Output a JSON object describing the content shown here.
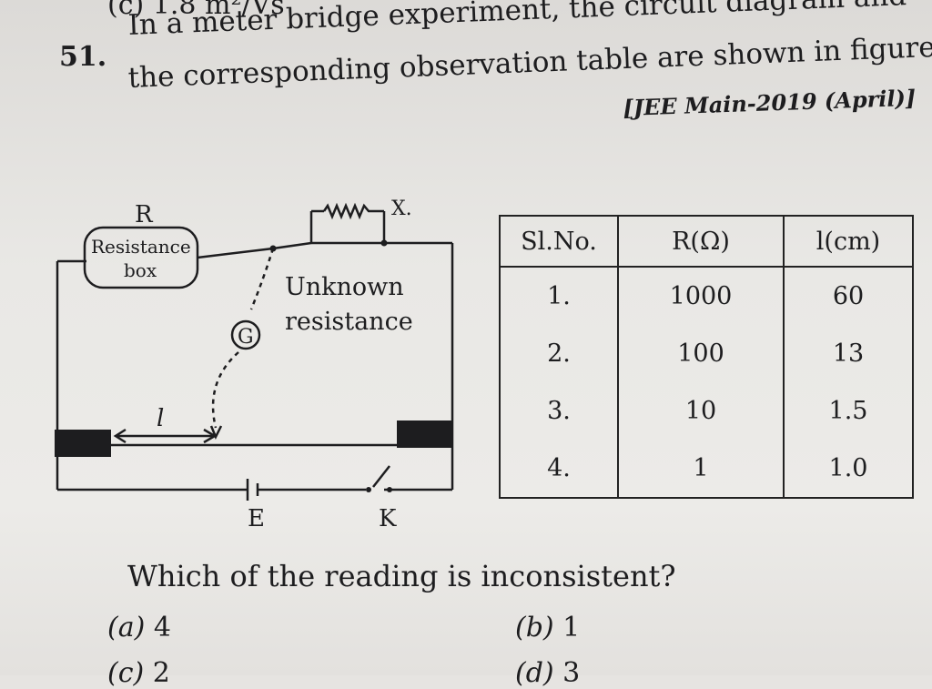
{
  "header": {
    "prev_option_fragment": "(c) 1.8 m²/Vs",
    "question_number": "51.",
    "question_line1": "In a meter bridge experiment, the circuit diagram and",
    "question_line2": "the corresponding observation table are shown in figure",
    "source": "[JEE Main-2019 (April)]"
  },
  "circuit": {
    "label_R": "R",
    "resistance_box_line1": "Resistance",
    "resistance_box_line2": "box",
    "label_X": "X.",
    "unknown_line1": "Unknown",
    "unknown_line2": "resistance",
    "galvanometer": "G",
    "length_label": "l",
    "battery_label": "E",
    "key_label": "K"
  },
  "table": {
    "headers": [
      "Sl.No.",
      "R(Ω)",
      "l(cm)"
    ],
    "rows": [
      [
        "1.",
        "1000",
        "60"
      ],
      [
        "2.",
        "100",
        "13"
      ],
      [
        "3.",
        "10",
        "1.5"
      ],
      [
        "4.",
        "1",
        "1.0"
      ]
    ]
  },
  "prompt": "Which of the reading is inconsistent?",
  "options": {
    "a_label": "(a)",
    "a_value": "4",
    "b_label": "(b)",
    "b_value": "1",
    "c_label": "(c)",
    "c_value": "2",
    "d_label": "(d)",
    "d_value": "3"
  }
}
